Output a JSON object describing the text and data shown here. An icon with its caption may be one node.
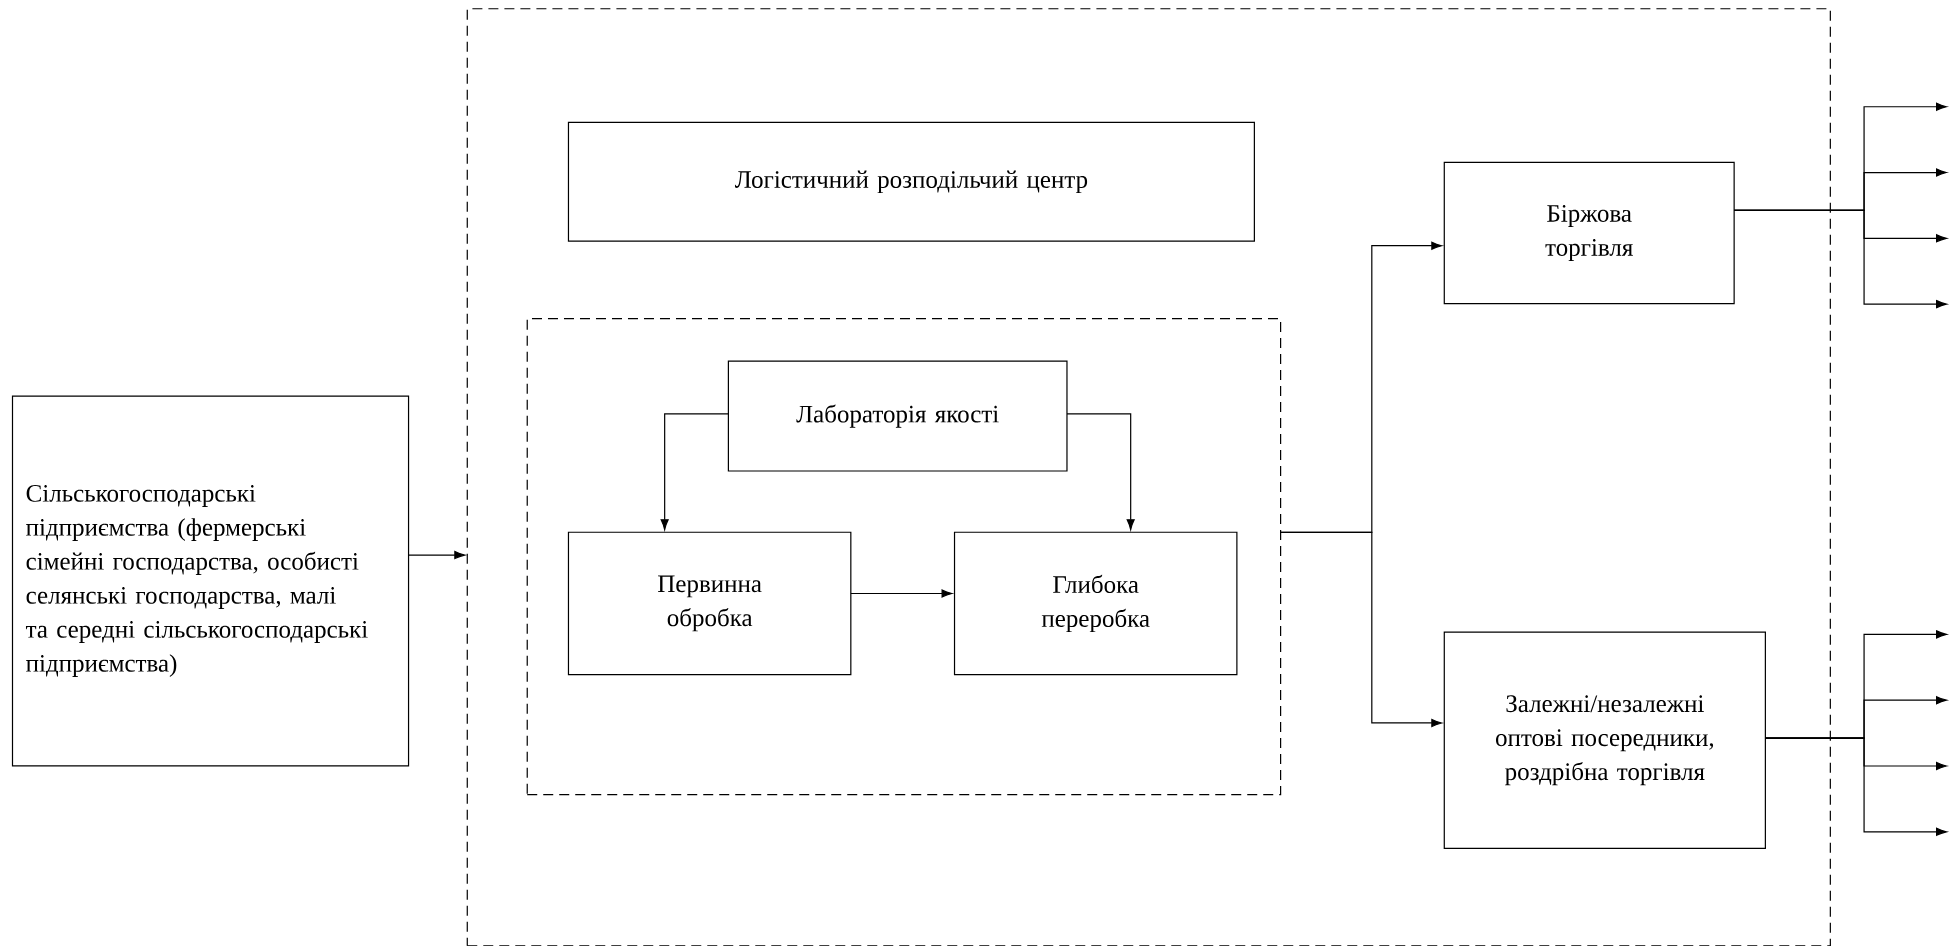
{
  "diagram": {
    "nodes": [
      {
        "text": [
          "Сільськогосподарські підприємства (фермерські сімейні господарства, особисті селянські господарства, малі та середні сільськогосподарські підприємства)"
        ]
      },
      {
        "text": [],
        "shape": "box"
      },
      {
        "text": [
          "Логістичний розподільчий центр"
        ],
        "in": 1
      },
      {
        "text": [],
        "shape": "box",
        "in": 1
      },
      {
        "text": [
          "Лабораторія якості"
        ],
        "in": 3
      },
      {
        "text": [
          "Первинна обробка"
        ],
        "in": 3
      },
      {
        "text": [
          "Глибока переробка"
        ],
        "in": 3
      },
      {
        "text": [
          "Біржова торгівля"
        ],
        "in": 1
      },
      {
        "text": [
          "Залежні/незалежні оптові посередники, роздрібна торгівля"
        ],
        "in": 1
      }
    ],
    "edges": [
      {
        "from": 0,
        "to": 1,
        "arrow": "to"
      },
      {
        "from": 4,
        "to": 5,
        "arrow": "to"
      },
      {
        "from": 4,
        "to": 6,
        "arrow": "to"
      },
      {
        "from": 5,
        "to": 6,
        "arrow": "to"
      },
      {
        "from": 3,
        "to": 7,
        "arrow": "to"
      },
      {
        "from": 3,
        "to": 8,
        "arrow": "to"
      },
      {
        "from": 7,
        "to": null,
        "arrow": "to"
      },
      {
        "from": 7,
        "to": null,
        "arrow": "to"
      },
      {
        "from": 7,
        "to": null,
        "arrow": "to"
      },
      {
        "from": 7,
        "to": null,
        "arrow": "to"
      },
      {
        "from": 8,
        "to": null,
        "arrow": "to"
      },
      {
        "from": 8,
        "to": null,
        "arrow": "to"
      },
      {
        "from": 8,
        "to": null,
        "arrow": "to"
      },
      {
        "from": 8,
        "to": null,
        "arrow": "to"
      }
    ]
  }
}
